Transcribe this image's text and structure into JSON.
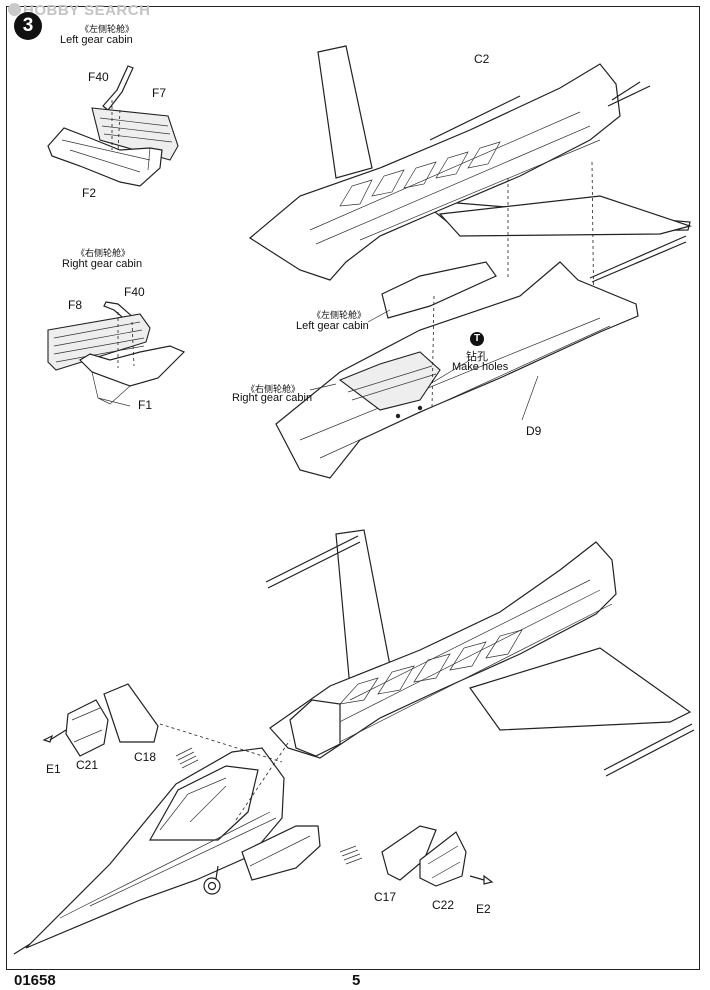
{
  "watermark": "HOBBY SEARCH",
  "step": {
    "number": "3"
  },
  "gear": {
    "left_cn": "《左侧轮舱》",
    "left_en": "Left gear cabin",
    "right_cn": "《右侧轮舱》",
    "right_en": "Right gear cabin"
  },
  "parts": {
    "F40a": "F40",
    "F7": "F7",
    "F2": "F2",
    "F8": "F8",
    "F40b": "F40",
    "F1": "F1",
    "C2": "C2",
    "D9": "D9",
    "E1": "E1",
    "C21": "C21",
    "C18": "C18",
    "C17": "C17",
    "C22": "C22",
    "E2": "E2"
  },
  "fuselage": {
    "left_cn": "《左侧轮舱》",
    "left_en": "Left gear cabin",
    "right_cn": "《右侧轮舱》",
    "right_en": "Right gear cabin",
    "note_icon": "T",
    "drill_cn": "钻孔",
    "drill_en": "Make holes"
  },
  "footer": {
    "code": "01658",
    "page": "5"
  }
}
